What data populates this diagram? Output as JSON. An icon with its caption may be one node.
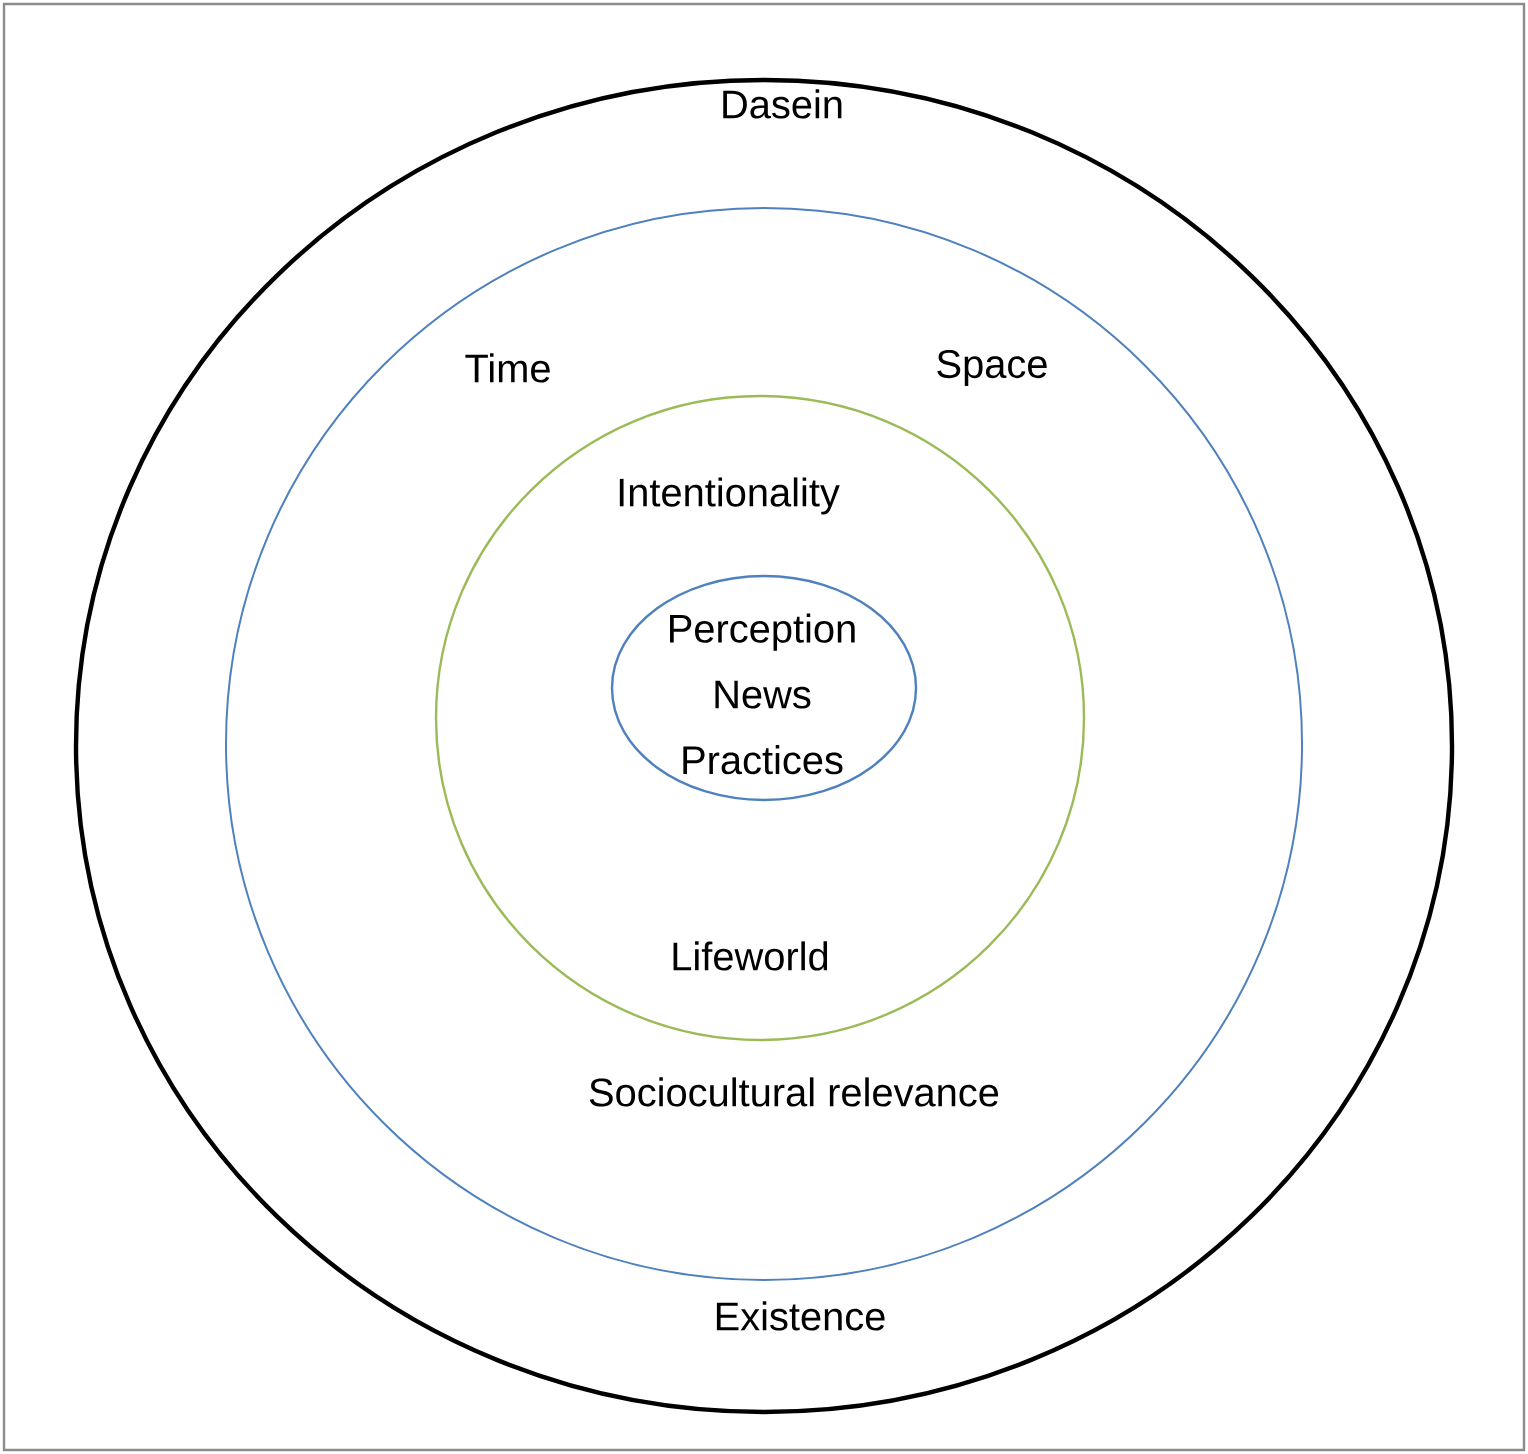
{
  "diagram": {
    "nodes": [
      {
        "text": [
          "Dasein",
          "Existence"
        ]
      },
      {
        "text": [
          "Time",
          "Space",
          "Sociocultural relevance"
        ],
        "in": 0
      },
      {
        "text": [
          "Intentionality",
          "Lifeworld"
        ],
        "in": 1
      },
      {
        "text": [
          "Perception News Practices"
        ],
        "in": 2
      }
    ]
  }
}
